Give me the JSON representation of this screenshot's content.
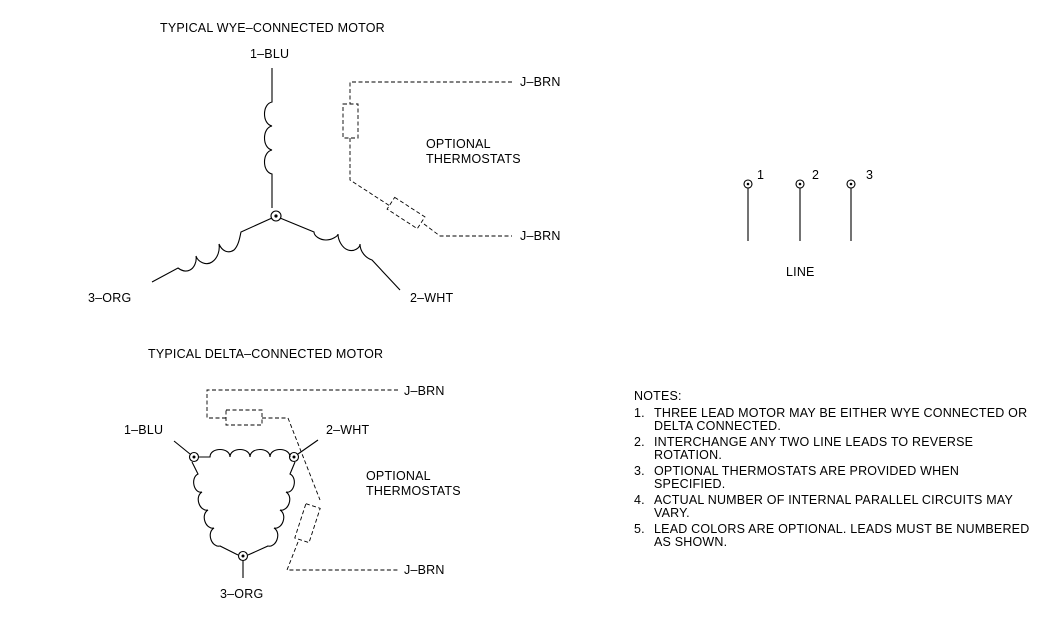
{
  "wye": {
    "title": "TYPICAL WYE–CONNECTED MOTOR",
    "lead1": "1–BLU",
    "lead2": "2–WHT",
    "lead3": "3–ORG",
    "thermo_top": "J–BRN",
    "thermo_bottom": "J–BRN",
    "thermo_label_1": "OPTIONAL",
    "thermo_label_2": "THERMOSTATS"
  },
  "delta": {
    "title": "TYPICAL DELTA–CONNECTED MOTOR",
    "lead1": "1–BLU",
    "lead2": "2–WHT",
    "lead3": "3–ORG",
    "thermo_top": "J–BRN",
    "thermo_bottom": "J–BRN",
    "thermo_label_1": "OPTIONAL",
    "thermo_label_2": "THERMOSTATS"
  },
  "line": {
    "t1": "1",
    "t2": "2",
    "t3": "3",
    "label": "LINE"
  },
  "notes": {
    "heading": "NOTES:",
    "items": [
      {
        "num": "1.",
        "text": "THREE LEAD MOTOR MAY BE EITHER WYE CONNECTED OR DELTA CONNECTED."
      },
      {
        "num": "2.",
        "text": "INTERCHANGE ANY TWO LINE LEADS TO REVERSE ROTATION."
      },
      {
        "num": "3.",
        "text": "OPTIONAL THERMOSTATS ARE PROVIDED WHEN SPECIFIED."
      },
      {
        "num": "4.",
        "text": "ACTUAL NUMBER OF INTERNAL PARALLEL CIRCUITS MAY VARY."
      },
      {
        "num": "5.",
        "text": "LEAD COLORS ARE OPTIONAL.  LEADS MUST BE NUMBERED AS SHOWN."
      }
    ]
  }
}
